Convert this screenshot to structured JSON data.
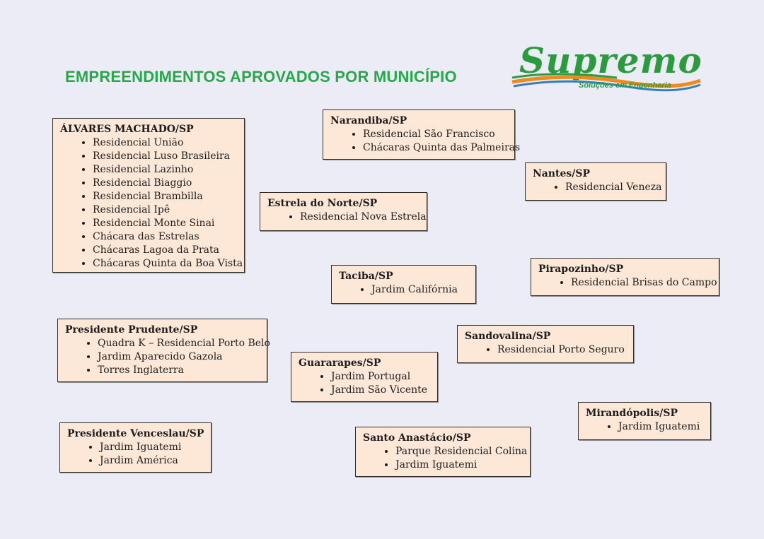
{
  "header": {
    "title": "EMPREENDIMENTOS APROVADOS POR MUNICÍPIO",
    "logo_name": "Supremo",
    "logo_tagline": "Soluções em Engenharia",
    "colors": {
      "accent": "#28a84a",
      "wave_orange": "#f08a1c",
      "wave_blue": "#2f7fbf",
      "box_bg": "#fde8d8",
      "background": "#ebecf6"
    }
  },
  "municipalities": [
    {
      "name": "ÁLVARES MACHADO/SP",
      "items": [
        "Residencial União",
        "Residencial Luso Brasileira",
        "Residencial Lazinho",
        "Residencial Biaggio",
        "Residencial Brambilla",
        "Residencial Ipê",
        "Residencial Monte Sinai",
        "Chácara das Estrelas",
        "Chácaras Lagoa da Prata",
        "Chácaras Quinta da Boa Vista"
      ]
    },
    {
      "name": "Narandiba/SP",
      "items": [
        "Residencial São Francisco",
        "Chácaras Quinta das Palmeiras"
      ]
    },
    {
      "name": "Nantes/SP",
      "items": [
        "Residencial Veneza"
      ]
    },
    {
      "name": "Estrela do Norte/SP",
      "items": [
        "Residencial Nova Estrela"
      ]
    },
    {
      "name": "Taciba/SP",
      "items": [
        "Jardim Califórnia"
      ]
    },
    {
      "name": "Pirapozinho/SP",
      "items": [
        "Residencial Brisas do Campo"
      ]
    },
    {
      "name": "Presidente Prudente/SP",
      "items": [
        "Quadra K – Residencial Porto Belo",
        "Jardim Aparecido Gazola",
        "Torres Inglaterra"
      ]
    },
    {
      "name": "Sandovalina/SP",
      "items": [
        "Residencial Porto Seguro"
      ]
    },
    {
      "name": "Guararapes/SP",
      "items": [
        "Jardim Portugal",
        "Jardim São Vicente"
      ]
    },
    {
      "name": "Mirandópolis/SP",
      "items": [
        "Jardim Iguatemi"
      ]
    },
    {
      "name": "Presidente Venceslau/SP",
      "items": [
        "Jardim Iguatemi",
        "Jardim América"
      ]
    },
    {
      "name": "Santo Anastácio/SP",
      "items": [
        "Parque Residencial Colina",
        "Jardim Iguatemi"
      ]
    }
  ]
}
